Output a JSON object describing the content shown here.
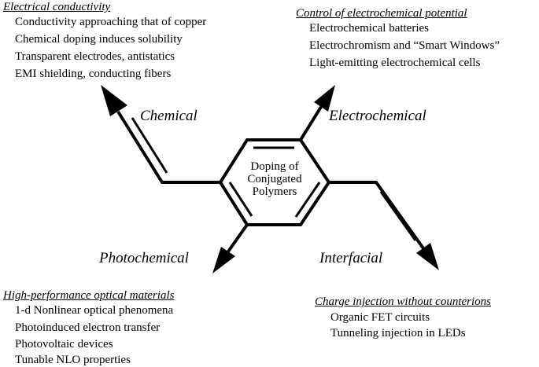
{
  "top_left": {
    "heading": "Electrical conductivity",
    "items": [
      "Conductivity approaching that of copper",
      "Chemical doping induces solubility",
      "Transparent electrodes, antistatics",
      "EMI shielding, conducting fibers"
    ]
  },
  "top_right": {
    "heading": "Control of electrochemical potential",
    "items": [
      "Electrochemical batteries",
      "Electrochromism and “Smart Windows”",
      "Light-emitting electrochemical cells"
    ]
  },
  "bottom_left": {
    "heading": "High-performance optical materials",
    "items": [
      "1-d Nonlinear optical phenomena",
      "Photoinduced electron transfer",
      "Photovoltaic devices",
      "Tunable NLO properties"
    ]
  },
  "bottom_right": {
    "heading": "Charge injection without counterions",
    "items": [
      "Organic FET circuits",
      "Tunneling injection in LEDs"
    ]
  },
  "branches": {
    "chemical": "Chemical",
    "electrochemical": "Electrochemical",
    "photochemical": "Photochemical",
    "interfacial": "Interfacial"
  },
  "center": {
    "line1": "Doping of",
    "line2": "Conjugated",
    "line3": "Polymers"
  }
}
